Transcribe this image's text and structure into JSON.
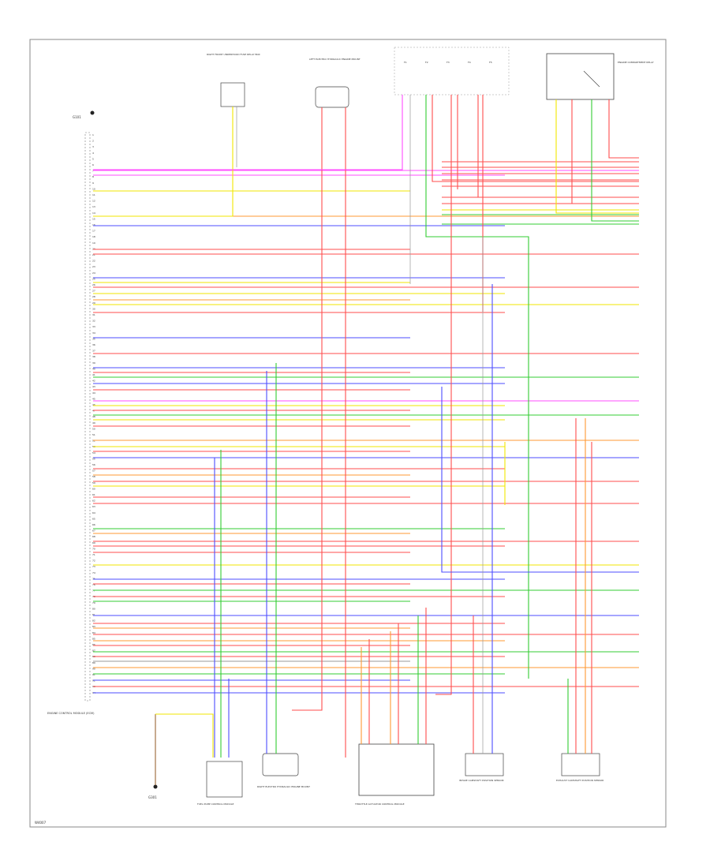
{
  "footer_code": "W4007",
  "ground_labels": [
    "G101",
    "G301"
  ],
  "fuse_labels": [
    "F1",
    "F2",
    "F3",
    "F4",
    "F5"
  ],
  "components": [
    {
      "id": "fuse-relay-box",
      "label": "RIGHT FRONT UNDERHOOD FUSE RELAY BOX"
    },
    {
      "id": "left-solenoid",
      "label": "LEFT ELECTRO HYDRAULIC ENGINE MOUNT"
    },
    {
      "id": "relay-module",
      "label": "ENGINE COMPARTMENT RELAY"
    },
    {
      "id": "ecm",
      "label": "ENGINE CONTROL MODULE (ECM)"
    },
    {
      "id": "fuel-pump-module",
      "label": "FUEL PUMP CONTROL MODULE"
    },
    {
      "id": "right-solenoid",
      "label": "RIGHT ELECTRO HYDRAULIC ENGINE MOUNT"
    },
    {
      "id": "throttle-actuator",
      "label": "THROTTLE ACTUATOR CONTROL MODULE"
    },
    {
      "id": "intake-cam",
      "label": "INTAKE CAMSHAFT POSITION SENSOR"
    },
    {
      "id": "exhaust-cam",
      "label": "EXHAUST CAMSHAFT POSITION SENSOR"
    }
  ],
  "ecm_pins": [
    "1",
    "2",
    "3",
    "4",
    "5",
    "6",
    "7",
    "8",
    "9",
    "10",
    "11",
    "12",
    "13",
    "14",
    "15",
    "16",
    "17",
    "18",
    "19",
    "20",
    "21",
    "22",
    "23",
    "24",
    "25",
    "26",
    "27",
    "28",
    "29",
    "30",
    "31",
    "32",
    "33",
    "34",
    "35",
    "36",
    "37",
    "38",
    "39",
    "40",
    "41",
    "42",
    "43",
    "44",
    "45",
    "46",
    "47",
    "48",
    "49",
    "50",
    "51",
    "52",
    "53",
    "54",
    "55",
    "56",
    "57",
    "58",
    "59",
    "60",
    "61",
    "62",
    "63",
    "64",
    "65",
    "66",
    "67",
    "68",
    "69",
    "70",
    "71",
    "72",
    "73",
    "74",
    "75",
    "76",
    "77",
    "78",
    "79",
    "80",
    "81",
    "82",
    "83",
    "84",
    "85",
    "86",
    "87",
    "88",
    "89",
    "90",
    "91",
    "92",
    "93",
    "94"
  ],
  "wire_colors": {
    "red": "#ff4d4d",
    "green": "#33cc33",
    "blue": "#4d4dff",
    "yellow": "#f2e600",
    "magenta": "#ff4dff",
    "orange": "#ff9933",
    "gray": "#999999",
    "black": "#222222",
    "brown": "#996633",
    "white": "#dddddd"
  }
}
